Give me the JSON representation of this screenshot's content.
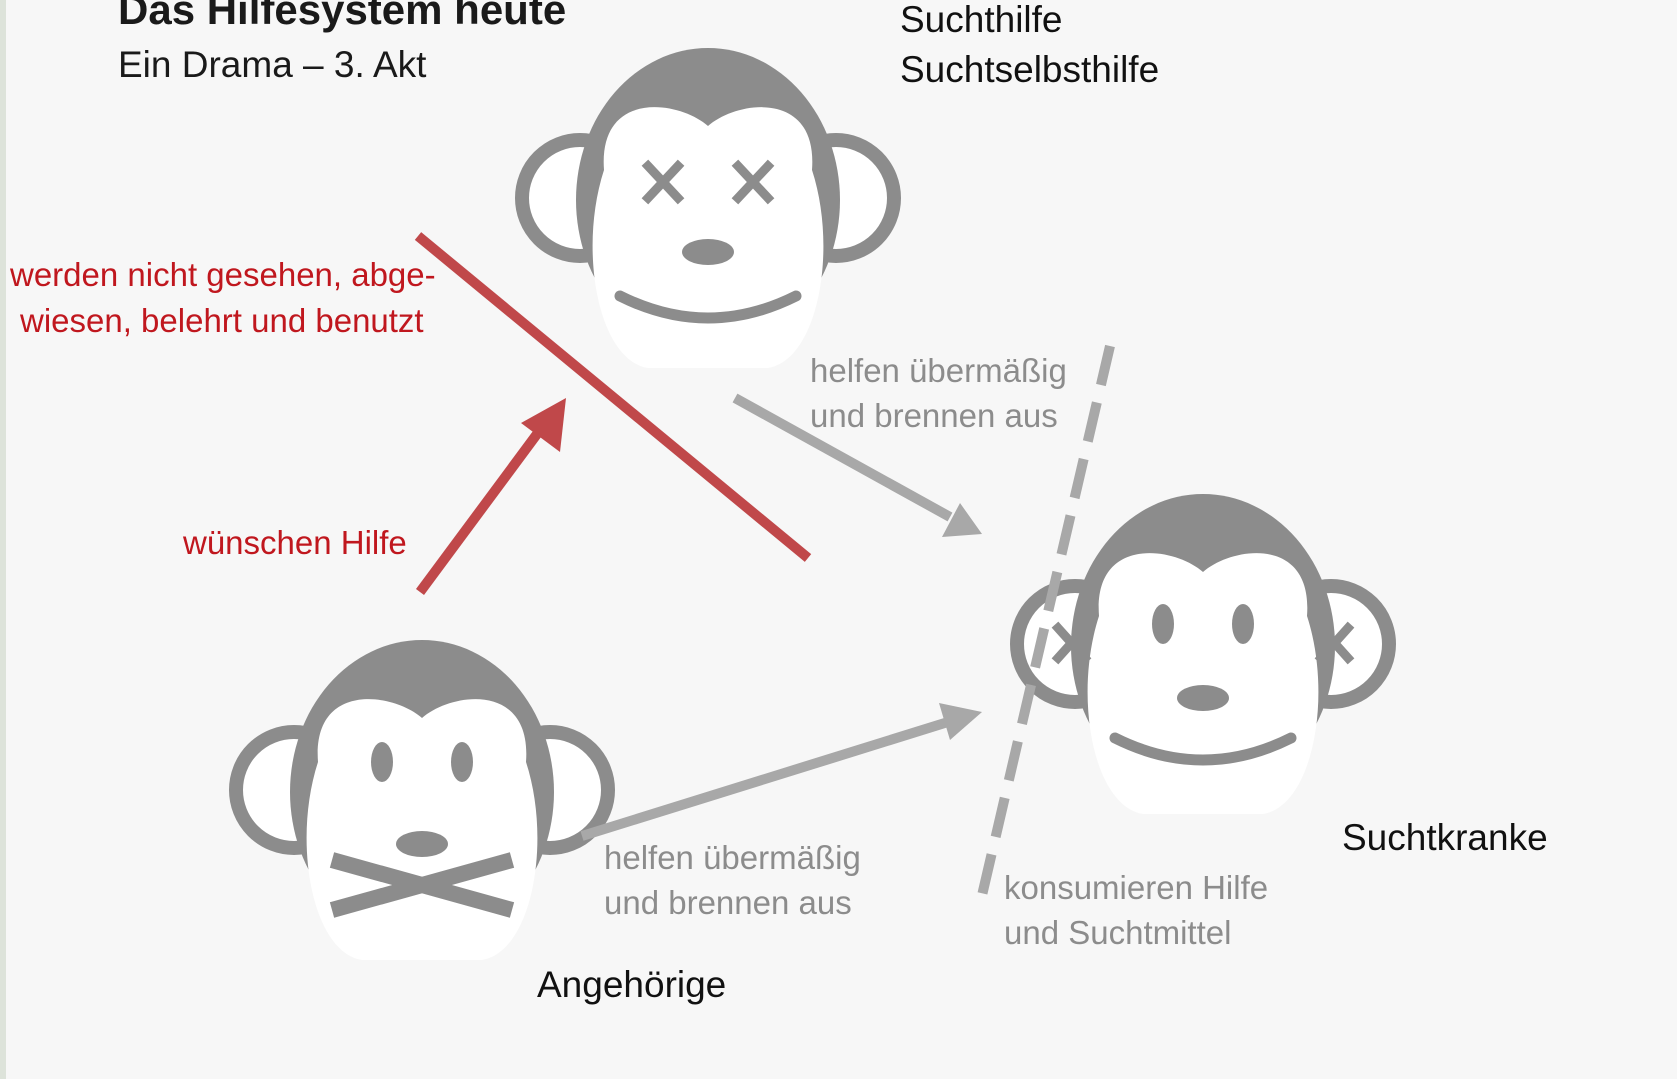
{
  "slide": {
    "title": "Das Hilfesystem heute",
    "subtitle": "Ein Drama – 3. Akt"
  },
  "roles": {
    "suchthilfe_line1": "Suchthilfe",
    "suchthilfe_line2": "Suchtselbsthilfe",
    "suchtkranke": "Suchtkranke",
    "angehoerige": "Angehörige"
  },
  "labels": {
    "rejected_line1": "werden nicht gesehen, abge-",
    "rejected_line2": "wiesen, belehrt und benutzt",
    "wish_help": "wünschen Hilfe",
    "help_burnout_top_line1": "helfen übermäßig",
    "help_burnout_top_line2": "und brennen aus",
    "help_burnout_bottom_line1": "helfen übermäßig",
    "help_burnout_bottom_line2": "und brennen aus",
    "consume_line1": "konsumieren Hilfe",
    "consume_line2": "und Suchtmittel"
  },
  "colors": {
    "monkey": "#8c8c8c",
    "red_arrow": "#c0484a",
    "grey_arrow": "#a8a8a8",
    "red_text": "#c0171e",
    "grey_text": "#8c8c8c"
  },
  "icons": {
    "monkey_top": "see-no-evil-monkey-x-eyes",
    "monkey_right": "hear-no-evil-monkey-x-ears",
    "monkey_bottom": "speak-no-evil-monkey-x-mouth"
  }
}
